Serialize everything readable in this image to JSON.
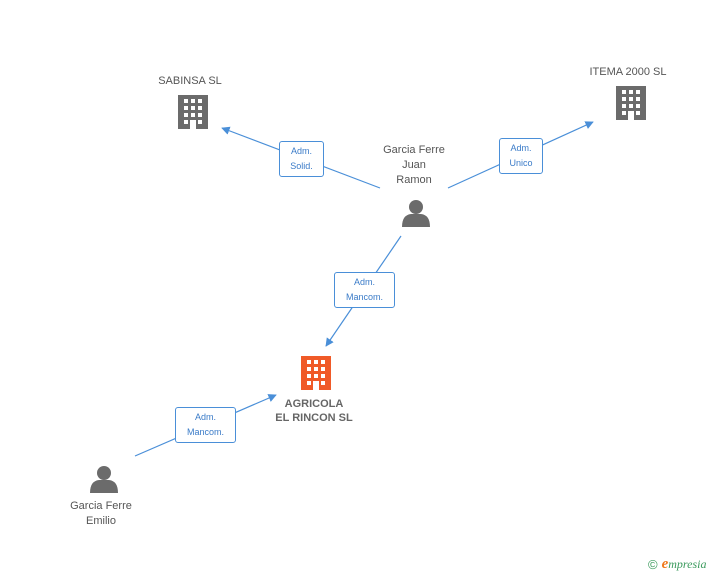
{
  "nodes": {
    "sabinsa": {
      "label": "SABINSA SL",
      "type": "company"
    },
    "itema": {
      "label": "ITEMA 2000 SL",
      "type": "company"
    },
    "garcia_juan": {
      "lines": [
        "Garcia Ferre",
        "Juan",
        "Ramon"
      ],
      "type": "person"
    },
    "agricola": {
      "lines": [
        "AGRICOLA",
        "EL RINCON SL"
      ],
      "type": "company-main"
    },
    "garcia_emilio": {
      "lines": [
        "Garcia Ferre",
        "Emilio"
      ],
      "type": "person"
    }
  },
  "edges": {
    "juan_sabinsa": {
      "lines": [
        "Adm.",
        "Solid."
      ]
    },
    "juan_itema": {
      "lines": [
        "Adm.",
        "Unico"
      ]
    },
    "juan_agricola": {
      "lines": [
        "Adm.",
        "Mancom."
      ]
    },
    "emilio_agricola": {
      "lines": [
        "Adm.",
        "Mancom."
      ]
    }
  },
  "footer": {
    "copyright": "©",
    "brand_initial": "e",
    "brand_rest": "mpresia"
  },
  "colors": {
    "edge": "#4a8fd8",
    "company": "#6b6b6b",
    "main_company": "#f05a28",
    "person": "#6b6b6b",
    "brand": "#3a9a5c"
  }
}
